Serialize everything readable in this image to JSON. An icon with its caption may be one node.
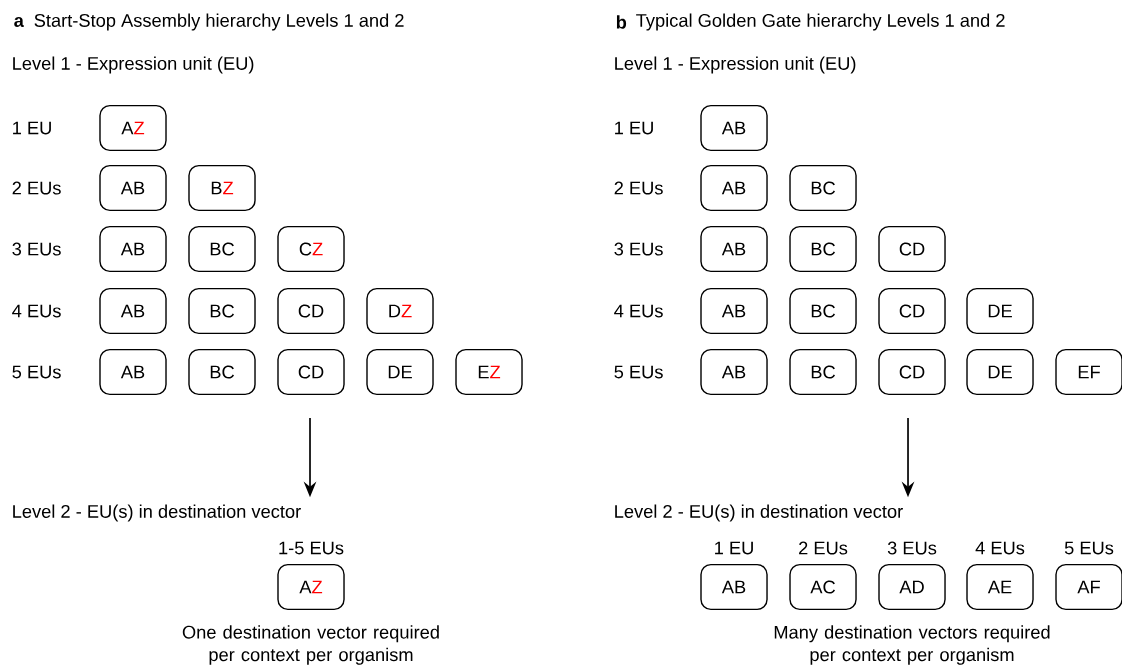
{
  "diagram": {
    "nodes": [
      {
        "text": [
          "A",
          "Z"
        ]
      },
      {
        "text": [
          "AB"
        ]
      },
      {
        "text": [
          "B",
          "Z"
        ]
      },
      {
        "text": [
          "AB"
        ]
      },
      {
        "text": [
          "BC"
        ]
      },
      {
        "text": [
          "C",
          "Z"
        ]
      },
      {
        "text": [
          "AB"
        ]
      },
      {
        "text": [
          "BC"
        ]
      },
      {
        "text": [
          "CD"
        ]
      },
      {
        "text": [
          "D",
          "Z"
        ]
      },
      {
        "text": [
          "AB"
        ]
      },
      {
        "text": [
          "BC"
        ]
      },
      {
        "text": [
          "CD"
        ]
      },
      {
        "text": [
          "DE"
        ]
      },
      {
        "text": [
          "E",
          "Z"
        ]
      },
      {
        "text": [
          "Level 2 - EU(s) in destination vector"
        ]
      },
      {
        "text": [
          "A",
          "Z"
        ],
        "beside": [
          "1-5 EUs"
        ]
      },
      {
        "text": [
          "AB"
        ]
      },
      {
        "text": [
          "AB"
        ]
      },
      {
        "text": [
          "BC"
        ]
      },
      {
        "text": [
          "AB"
        ]
      },
      {
        "text": [
          "BC"
        ]
      },
      {
        "text": [
          "CD"
        ]
      },
      {
        "text": [
          "AB"
        ]
      },
      {
        "text": [
          "BC"
        ]
      },
      {
        "text": [
          "CD"
        ]
      },
      {
        "text": [
          "DE"
        ]
      },
      {
        "text": [
          "AB"
        ]
      },
      {
        "text": [
          "BC"
        ]
      },
      {
        "text": [
          "CD"
        ]
      },
      {
        "text": [
          "DE"
        ]
      },
      {
        "text": [
          "EF"
        ]
      },
      {
        "text": [
          "Level 2 - EU(s) in destination vector"
        ]
      },
      {
        "text": [
          "AB"
        ],
        "beside": [
          "1 EU"
        ]
      },
      {
        "text": [
          "AC"
        ],
        "beside": [
          "2 EUs"
        ]
      },
      {
        "text": [
          "AD"
        ],
        "beside": [
          "3 EUs"
        ]
      },
      {
        "text": [
          "AE"
        ],
        "beside": [
          "4 EUs"
        ]
      },
      {
        "text": [
          "AF"
        ],
        "beside": [
          "5 EUs"
        ]
      }
    ],
    "edges": [
      {
        "from": null,
        "to": 15,
        "arrow": "to"
      },
      {
        "from": null,
        "to": 32,
        "arrow": "to"
      }
    ],
    "labels": [
      "a",
      "Start-Stop Assembly hierarchy Levels 1 and 2",
      "b",
      "Typical Golden Gate hierarchy Levels 1 and 2",
      "Level 1 - Expression unit (EU)",
      "Level 1 - Expression unit (EU)",
      "1 EU",
      "1 EU",
      "2 EUs",
      "2 EUs",
      "3 EUs",
      "3 EUs",
      "4 EUs",
      "4 EUs",
      "5 EUs",
      "5 EUs",
      "One destination vector required per context per organism",
      "Many destination vectors required per context per organism"
    ]
  }
}
